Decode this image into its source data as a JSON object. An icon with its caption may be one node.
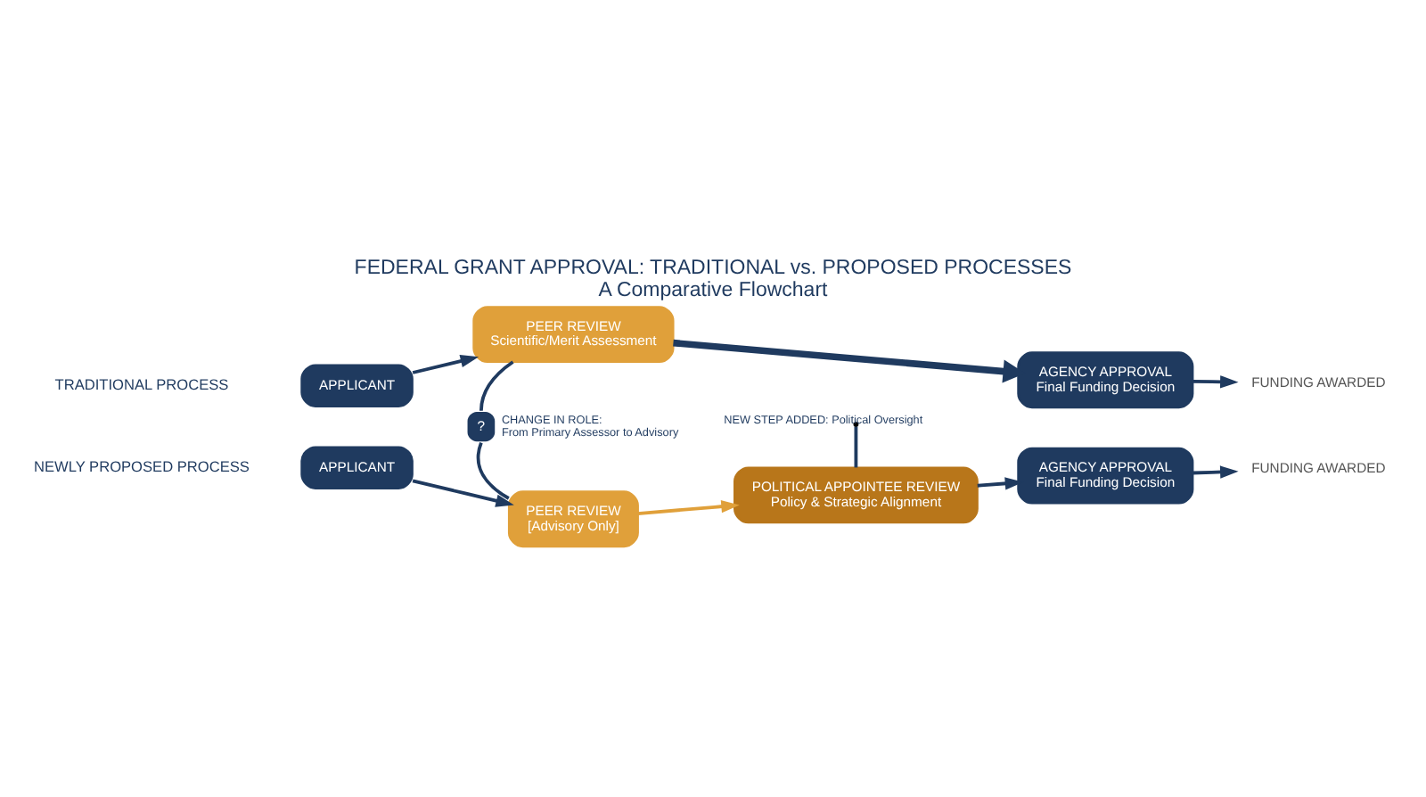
{
  "diagram": {
    "title": "FEDERAL GRANT APPROVAL: TRADITIONAL vs. PROPOSED PROCESSES",
    "caption": "A Comparative Flowchart",
    "nodes": [
      {
        "text": [
          "APPLICANT"
        ]
      },
      {
        "text": [
          "PEER REVIEW",
          "Scientific/Merit Assessment"
        ]
      },
      {
        "text": [
          "AGENCY APPROVAL",
          "Final Funding Decision"
        ]
      },
      {
        "text": [
          "FUNDING AWARDED"
        ]
      },
      {
        "text": [
          "APPLICANT"
        ]
      },
      {
        "text": [
          "PEER REVIEW",
          "[Advisory Only]"
        ]
      },
      {
        "text": [
          "POLITICAL APPOINTEE REVIEW",
          "Policy & Strategic Alignment"
        ]
      },
      {
        "text": [
          "AGENCY APPROVAL",
          "Final Funding Decision"
        ]
      },
      {
        "text": [
          "FUNDING AWARDED"
        ]
      },
      {
        "text": [
          "?"
        ],
        "beside": [
          "CHANGE IN ROLE:",
          "From Primary Assessor to Advisory"
        ]
      }
    ],
    "edges": [
      {
        "from": 0,
        "to": 1,
        "arrow": "to"
      },
      {
        "from": 1,
        "to": 2,
        "arrow": "to",
        "style": "thick"
      },
      {
        "from": 2,
        "to": 3,
        "arrow": "to"
      },
      {
        "from": 4,
        "to": 5,
        "arrow": "to"
      },
      {
        "from": 5,
        "to": 6,
        "arrow": "to",
        "color": "#e0a03a"
      },
      {
        "from": 6,
        "to": 7,
        "arrow": "to"
      },
      {
        "from": 7,
        "to": 8,
        "arrow": "to"
      },
      {
        "from": 1,
        "to": 9,
        "arrow": "none"
      },
      {
        "from": 9,
        "to": 5,
        "arrow": "none"
      },
      {
        "from": null,
        "to": 6,
        "arrow": "none",
        "label": "NEW STEP ADDED: Political Oversight"
      }
    ],
    "labels": [
      "TRADITIONAL PROCESS",
      "NEWLY PROPOSED PROCESS"
    ]
  }
}
